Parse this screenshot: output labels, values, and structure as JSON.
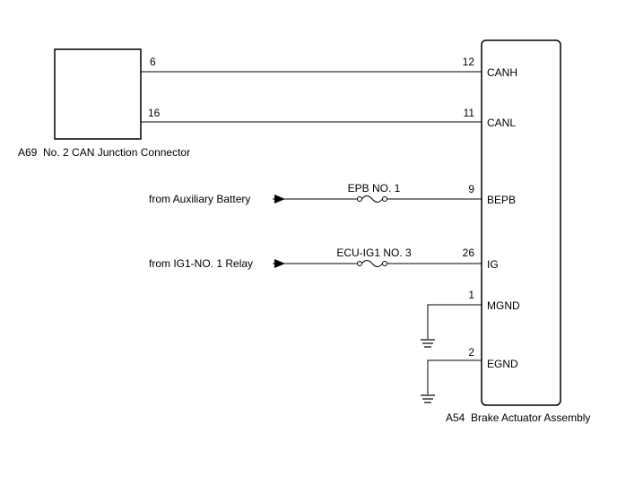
{
  "colors": {
    "line": "#000000",
    "background": "#ffffff"
  },
  "connector_a69": {
    "label": "A69  No. 2 CAN Junction Connector",
    "pins": [
      "6",
      "16"
    ]
  },
  "actuator_a54": {
    "label": "A54  Brake Actuator Assembly",
    "terminals": [
      {
        "pin": "12",
        "name": "CANH"
      },
      {
        "pin": "11",
        "name": "CANL"
      },
      {
        "pin": "9",
        "name": "BEPB"
      },
      {
        "pin": "26",
        "name": "IG"
      },
      {
        "pin": "1",
        "name": "MGND"
      },
      {
        "pin": "2",
        "name": "EGND"
      }
    ]
  },
  "sources": [
    {
      "text": "from Auxiliary Battery",
      "fuse": "EPB NO. 1"
    },
    {
      "text": "from IG1-NO. 1 Relay",
      "fuse": "ECU-IG1 NO. 3"
    }
  ],
  "icons": {
    "fuse": "fuse-icon",
    "ground": "ground-icon",
    "arrow": "arrow-right-icon"
  }
}
